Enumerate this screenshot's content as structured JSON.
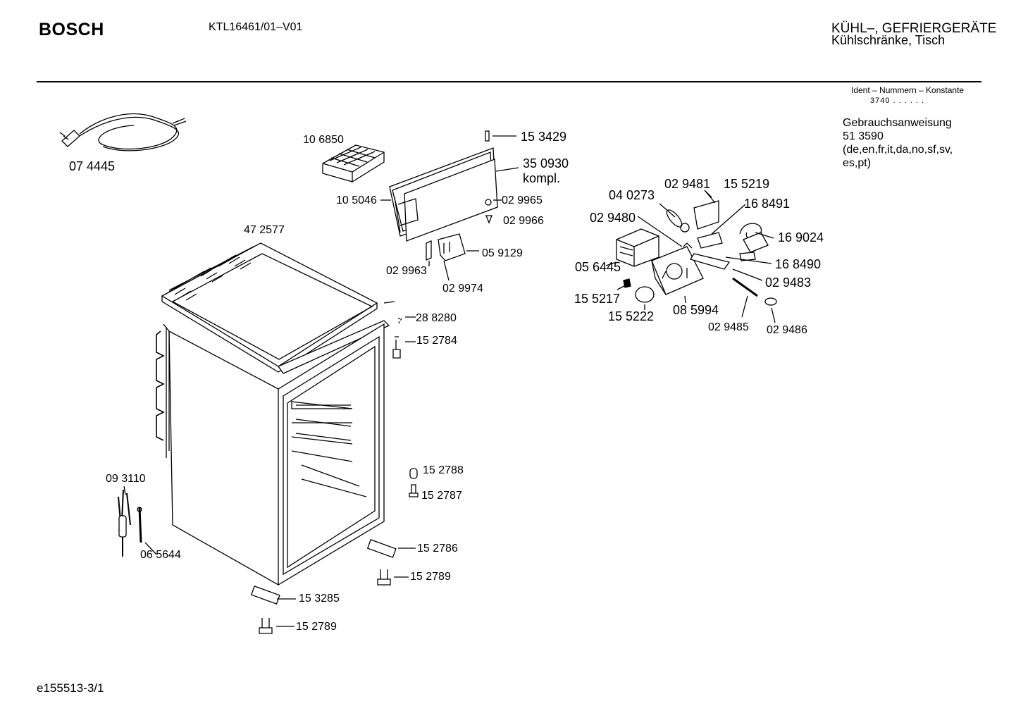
{
  "header": {
    "brand": "BOSCH",
    "model": "KTL16461/01–V01",
    "category_line1": "KÜHL–, GEFRIERGERÄTE",
    "category_line2": "Kühlschränke, Tisch"
  },
  "info": {
    "ident_label": "Ident – Nummern – Konstante",
    "ident_value": "3740 . .  . . . .",
    "manual_title": "Gebrauchsanweisung",
    "manual_number": "51 3590",
    "manual_languages": "(de,en,fr,it,da,no,sf,sv, es,pt)"
  },
  "footer": {
    "doc_id": "e155513-3/1"
  },
  "parts": {
    "p074445": "07 4445",
    "p106850": "10 6850",
    "p153429": "15 3429",
    "p350930": "35 0930",
    "p350930_note": "kompl.",
    "p105046": "10 5046",
    "p029965": "02 9965",
    "p029966": "02 9966",
    "p472577": "47 2577",
    "p059129": "05 9129",
    "p029963": "02 9963",
    "p029974": "02 9974",
    "p288280": "28 8280",
    "p152784": "15 2784",
    "p152788": "15 2788",
    "p152787": "15 2787",
    "p152786": "15 2786",
    "p152789a": "15 2789",
    "p153285": "15 3285",
    "p152789b": "15 2789",
    "p093110": "09 3110",
    "p065644": "06 5644",
    "p029481": "02 9481",
    "p155219": "15 5219",
    "p040273": "04 0273",
    "p168491": "16 8491",
    "p029480": "02 9480",
    "p169024": "16 9024",
    "p056445": "05 6445",
    "p168490": "16 8490",
    "p029483": "02 9483",
    "p155217": "15 5217",
    "p155222": "15 5222",
    "p085994": "08 5994",
    "p029485": "02 9485",
    "p029486": "02 9486"
  }
}
